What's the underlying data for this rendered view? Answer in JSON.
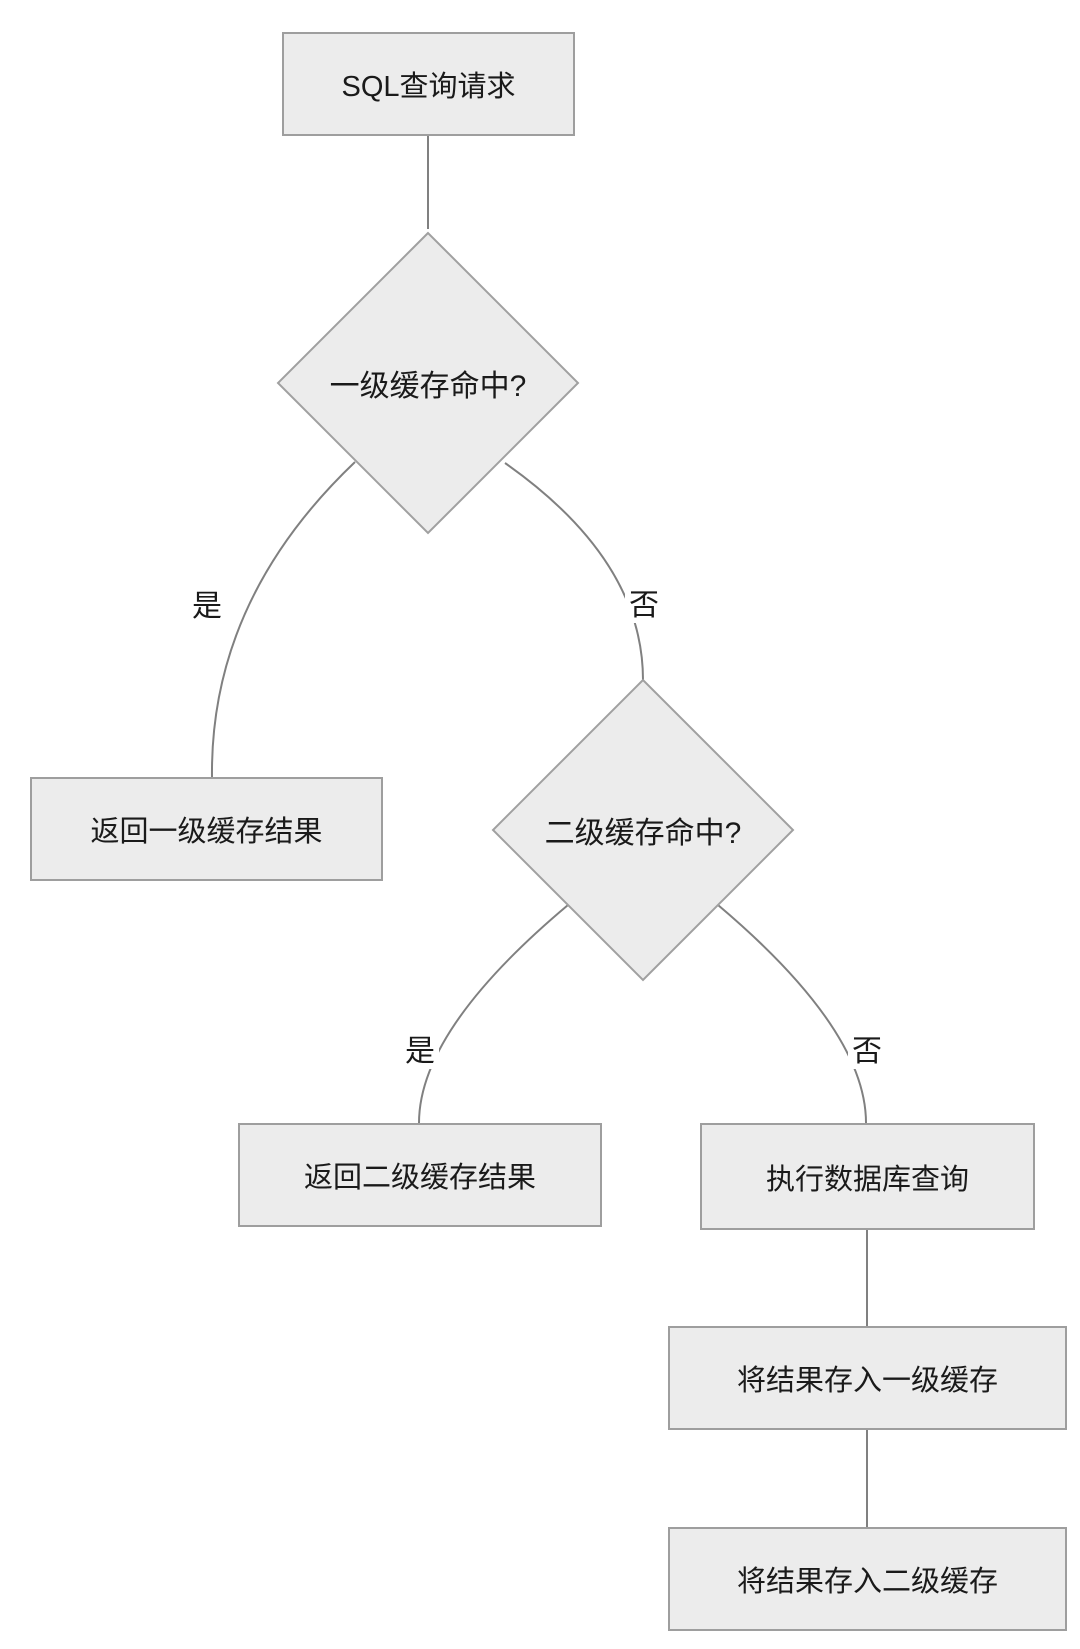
{
  "diagram": {
    "type": "flowchart",
    "nodes": {
      "start": {
        "label": "SQL查询请求",
        "shape": "rect"
      },
      "decision1": {
        "label": "一级缓存命中?",
        "shape": "diamond"
      },
      "return_l1": {
        "label": "返回一级缓存结果",
        "shape": "rect"
      },
      "decision2": {
        "label": "二级缓存命中?",
        "shape": "diamond"
      },
      "return_l2": {
        "label": "返回二级缓存结果",
        "shape": "rect"
      },
      "db_query": {
        "label": "执行数据库查询",
        "shape": "rect"
      },
      "store_l1": {
        "label": "将结果存入一级缓存",
        "shape": "rect"
      },
      "store_l2": {
        "label": "将结果存入二级缓存",
        "shape": "rect"
      }
    },
    "edge_labels": {
      "yes1": "是",
      "no1": "否",
      "yes2": "是",
      "no2": "否"
    },
    "colors": {
      "node_fill": "#ececec",
      "node_border": "#9e9e9e",
      "diamond_border": "#a0a0a0",
      "edge": "#808080",
      "text": "#1a1a1a",
      "background": "#ffffff"
    }
  }
}
